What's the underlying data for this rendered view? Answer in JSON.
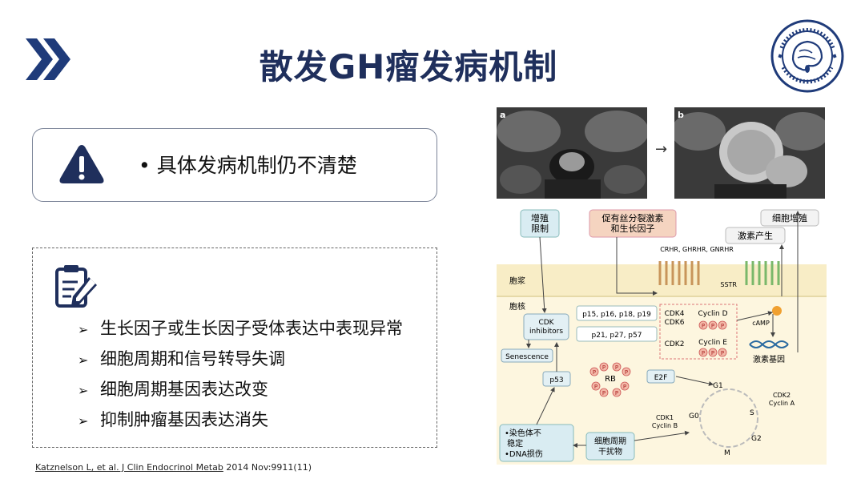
{
  "header": {
    "title": "散发GH瘤发病机制"
  },
  "colors": {
    "accent": "#1f2f5c",
    "chevron": "#1f3b7a",
    "diagram_band": "#f8edc6"
  },
  "summary_box": {
    "text": "•  具体发病机制仍不清楚"
  },
  "detail_box": {
    "bullet_marker": "➢",
    "items": [
      "生长因子或生长因子受体表达中表现异常",
      "细胞周期和信号转导失调",
      "细胞周期基因表达改变",
      "抑制肿瘤基因表达消失"
    ]
  },
  "citation": {
    "link": "Katznelson L, et al. J Clin Endocrinol Metab",
    "rest": " 2014 Nov:9911(11)"
  },
  "figure": {
    "panel_a": "a",
    "panel_b": "b",
    "labels": {
      "proliferation_limit": "增殖\n限制",
      "mitogen": "促有丝分裂激素\n和生长因子",
      "cell_proliferation": "细胞增殖",
      "hormone_production": "激素产生",
      "receptors": "CRHR, GHRHR, GNRHR",
      "sstr": "SSTR",
      "cytoplasm": "胞浆",
      "nucleus": "胞核",
      "cdk_inhibitors": "CDK\ninhibitors",
      "p15": "p15, p16, p18, p19",
      "p21": "p21, p27, p57",
      "cdk4": "CDK4\nCDK6",
      "cyclin_d": "Cyclin D",
      "cdk2": "CDK2",
      "cyclin_e": "Cyclin E",
      "camp": "cAMP",
      "senescence": "Senescence",
      "hormone_gene": "激素基因",
      "rb": "RB",
      "e2f": "E2F",
      "p53": "p53",
      "g1": "G1",
      "g0": "G0",
      "s": "S",
      "m": "M",
      "g2": "G2",
      "cdk2_cyclina": "CDK2\nCyclin A",
      "cdk1_cyclinb": "CDK1\nCyclin B",
      "chromosome": "•染色体不\n  稳定\n•DNA损伤",
      "cell_cycle_disruptor": "细胞周期\n干扰物",
      "phospho": "P"
    }
  }
}
